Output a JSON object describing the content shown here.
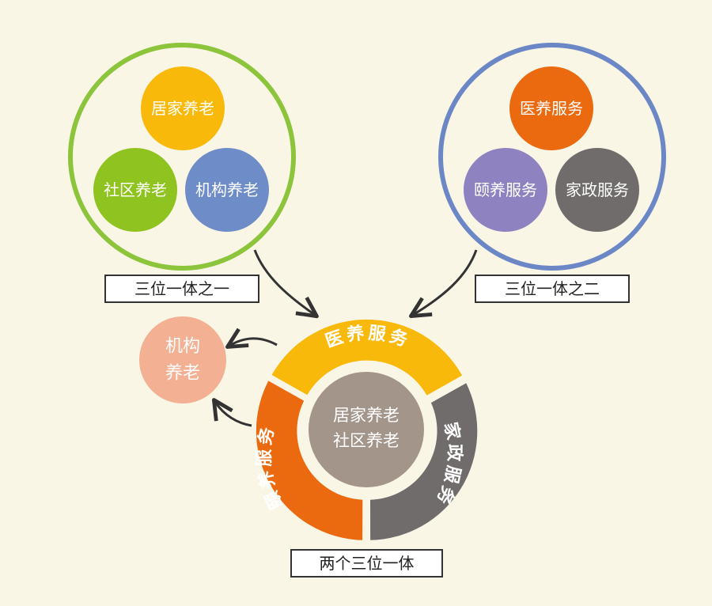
{
  "group1": {
    "caption": "三位一体之一",
    "ring_color": "#8cc43c",
    "circles": [
      {
        "label": "居家养老",
        "color": "#f8b90a"
      },
      {
        "label": "社区养老",
        "color": "#8fc31f"
      },
      {
        "label": "机构养老",
        "color": "#6e8cc8"
      }
    ]
  },
  "group2": {
    "caption": "三位一体之二",
    "ring_color": "#6b87c6",
    "circles": [
      {
        "label": "医养服务",
        "color": "#eb6a0f"
      },
      {
        "label": "颐养服务",
        "color": "#8e83c0"
      },
      {
        "label": "家政服务",
        "color": "#6f6c6b"
      }
    ]
  },
  "donut": {
    "caption": "两个三位一体",
    "center_line1": "居家养老",
    "center_line2": "社区养老",
    "center_color": "#a39589",
    "segments": [
      {
        "label": "医养服务",
        "color": "#f8b90a"
      },
      {
        "label": "家政服务",
        "color": "#6f6c6b"
      },
      {
        "label": "颐养服务",
        "color": "#eb6a0f"
      }
    ]
  },
  "side_circle": {
    "line1": "机构",
    "line2": "养老",
    "color": "#f3b092"
  },
  "colors": {
    "background": "#faf6e6",
    "arrow": "#333333"
  }
}
